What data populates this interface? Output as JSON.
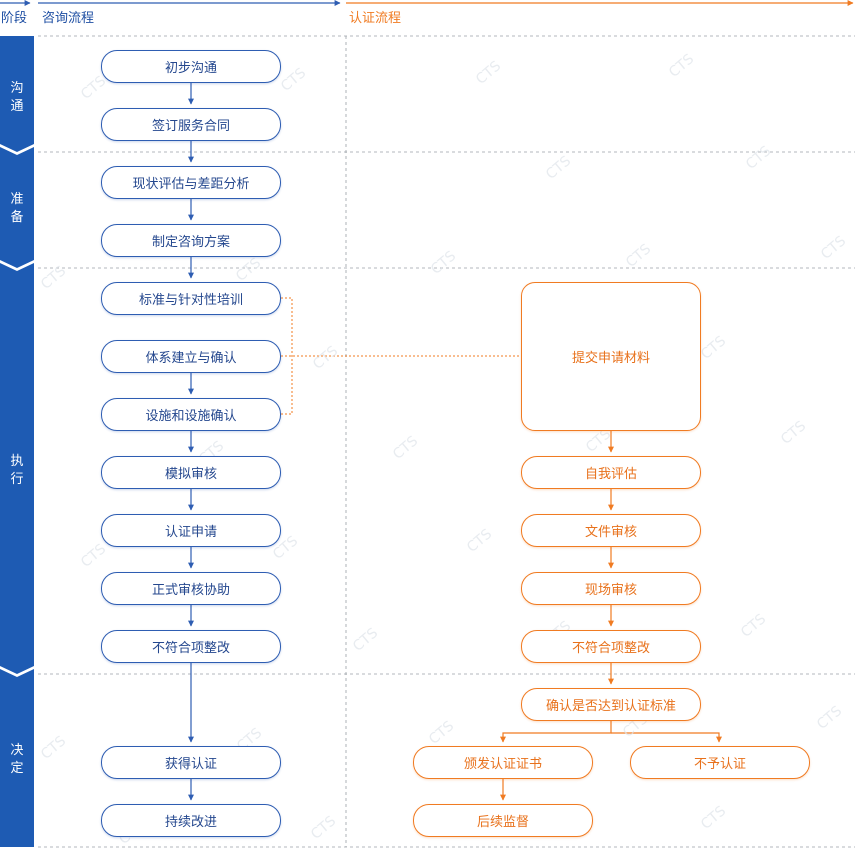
{
  "header": {
    "stage": "阶段",
    "consult": "咨询流程",
    "cert": "认证流程"
  },
  "stages": [
    "沟通",
    "准备",
    "执行",
    "决定"
  ],
  "consult_steps": [
    "初步沟通",
    "签订服务合同",
    "现状评估与差距分析",
    "制定咨询方案",
    "标准与针对性培训",
    "体系建立与确认",
    "设施和设施确认",
    "模拟审核",
    "认证申请",
    "正式审核协助",
    "不符合项整改",
    "获得认证",
    "持续改进"
  ],
  "cert_steps": [
    "提交申请材料",
    "自我评估",
    "文件审核",
    "现场审核",
    "不符合项整改",
    "确认是否达到认证标准",
    "颁发认证证书",
    "不予认证",
    "后续监督"
  ],
  "watermark": "CTS",
  "colors": {
    "blue": "#2e5db2",
    "orange": "#f07b22",
    "stage_bar": "#1e5bb3"
  }
}
